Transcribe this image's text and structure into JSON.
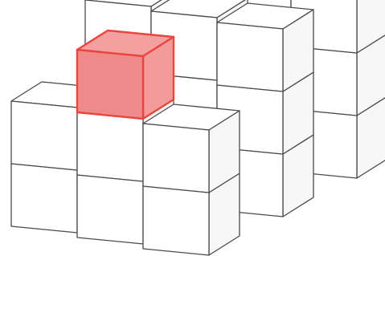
{
  "figure": {
    "colors": {
      "background": "#ffffff",
      "outline": "#4a4a4a",
      "face_front": "#ffffff",
      "face_side": "#f7f7f7",
      "face_top": "#ffffff",
      "highlight_front": "#f08a8a",
      "highlight_side": "#f39b9b",
      "highlight_top": "#f4a0a0",
      "highlight_edge": "#e8473f"
    },
    "grid": {
      "columns": 3,
      "rows": 3,
      "column_heights": [
        [
          2,
          3,
          2
        ],
        [
          3,
          3,
          3
        ],
        [
          3,
          3,
          3
        ]
      ],
      "highlight": {
        "row": 0,
        "column": 1,
        "cube_levels": [
          2,
          3
        ]
      }
    }
  }
}
